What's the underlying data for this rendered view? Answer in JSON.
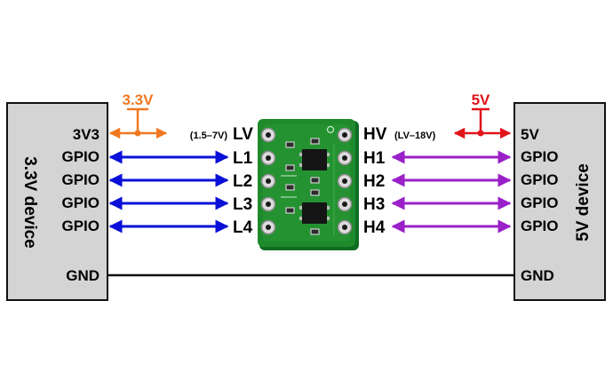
{
  "left_device": {
    "label": "3.3V device",
    "pins": [
      "3V3",
      "GPIO",
      "GPIO",
      "GPIO",
      "GPIO"
    ],
    "gnd": "GND"
  },
  "right_device": {
    "label": "5V device",
    "pins": [
      "5V",
      "GPIO",
      "GPIO",
      "GPIO",
      "GPIO"
    ],
    "gnd": "GND"
  },
  "board": {
    "low_side": {
      "supply_label": "LV",
      "range": "(1.5–7V)",
      "channels": [
        "L1",
        "L2",
        "L3",
        "L4"
      ]
    },
    "high_side": {
      "supply_label": "HV",
      "range": "(LV–18V)",
      "channels": [
        "H1",
        "H2",
        "H3",
        "H4"
      ]
    }
  },
  "supplies": {
    "low": "3.3V",
    "high": "5V"
  },
  "colors": {
    "low_supply": "#f07820",
    "high_supply": "#e0141a",
    "low_signal": "#0a10d8",
    "high_signal": "#9a20c8",
    "ground": "#111111",
    "device_fill": "#d4d4d4",
    "board_green": "#1f8a2c"
  }
}
